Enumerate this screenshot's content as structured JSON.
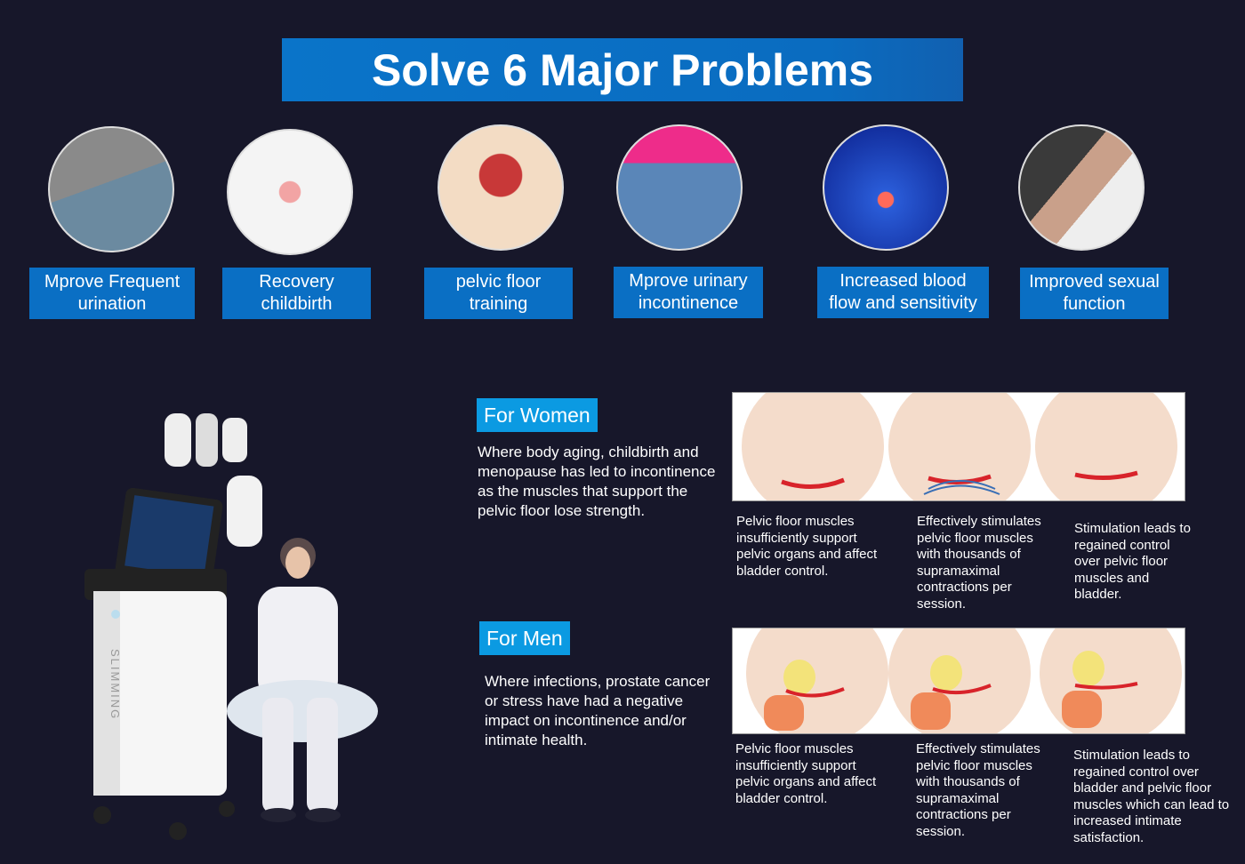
{
  "title": "Solve 6 Major Problems",
  "problems": [
    {
      "label": "Mprove Frequent urination"
    },
    {
      "label": "Recovery childbirth"
    },
    {
      "label": "pelvic floor training"
    },
    {
      "label": "Mprove urinary incontinence"
    },
    {
      "label": "Increased blood flow and sensitivity"
    },
    {
      "label": "Improved sexual function"
    }
  ],
  "device_text": "SLIMMING",
  "women": {
    "tag": "For Women",
    "description": "Where body aging, childbirth and menopause has led to incontinence as the muscles that support the pelvic floor lose strength.",
    "captions": [
      "Pelvic floor muscles insufficiently support pelvic organs and affect bladder control.",
      "Effectively stimulates pelvic floor muscles with thousands of supramaximal contractions per session.",
      "Stimulation leads to regained control over pelvic floor muscles and bladder."
    ]
  },
  "men": {
    "tag": "For Men",
    "description": "Where infections, prostate cancer or stress have had a negative impact on incontinence and/or intimate health.",
    "captions": [
      "Pelvic floor muscles insufficiently support pelvic organs and affect bladder control.",
      "Effectively stimulates pelvic floor muscles with thousands of supramaximal contractions per session.",
      "Stimulation leads to regained control over bladder and pelvic floor muscles which can lead to increased intimate satisfaction."
    ]
  },
  "colors": {
    "background": "#17172a",
    "label_blue": "#0a6fc4",
    "tag_blue": "#0b9ae2"
  }
}
